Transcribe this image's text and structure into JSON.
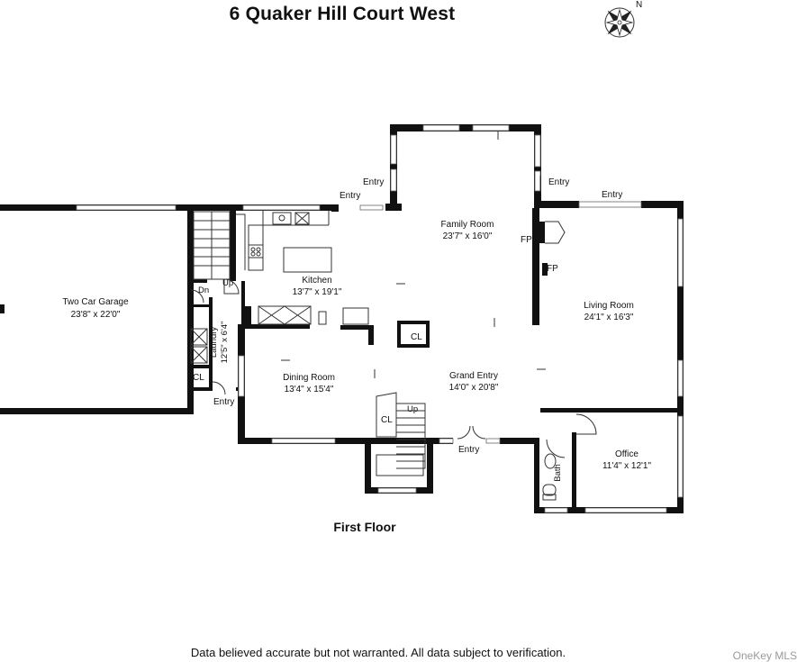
{
  "title": "6 Quaker Hill Court  West",
  "compass": {
    "north_label": "N"
  },
  "floor_label": "First Floor",
  "disclaimer": "Data believed accurate but not warranted. All data subject to verification.",
  "watermark": "OneKey MLS",
  "rooms": {
    "garage": {
      "name": "Two Car Garage",
      "dims": "23'8\" x 22'0\""
    },
    "kitchen": {
      "name": "Kitchen",
      "dims": "13'7\" x 19'1\""
    },
    "family": {
      "name": "Family Room",
      "dims": "23'7\" x 16'0\""
    },
    "living": {
      "name": "Living Room",
      "dims": "24'1\" x 16'3\""
    },
    "dining": {
      "name": "Dining Room",
      "dims": "13'4\" x 15'4\""
    },
    "grand_entry": {
      "name": "Grand Entry",
      "dims": "14'0\" x 20'8\""
    },
    "office": {
      "name": "Office",
      "dims": "11'4\" x 12'1\""
    },
    "laundry": {
      "name": "Laundry",
      "dims": "12'5\" x 6'4\""
    },
    "bath": {
      "name": "Bath"
    }
  },
  "labels": {
    "entry": "Entry",
    "closet": "CL",
    "fireplace": "FP",
    "up": "Up",
    "down": "Dn"
  },
  "colors": {
    "wall": "#111111",
    "background": "#ffffff",
    "watermark": "#9a9a9a"
  }
}
